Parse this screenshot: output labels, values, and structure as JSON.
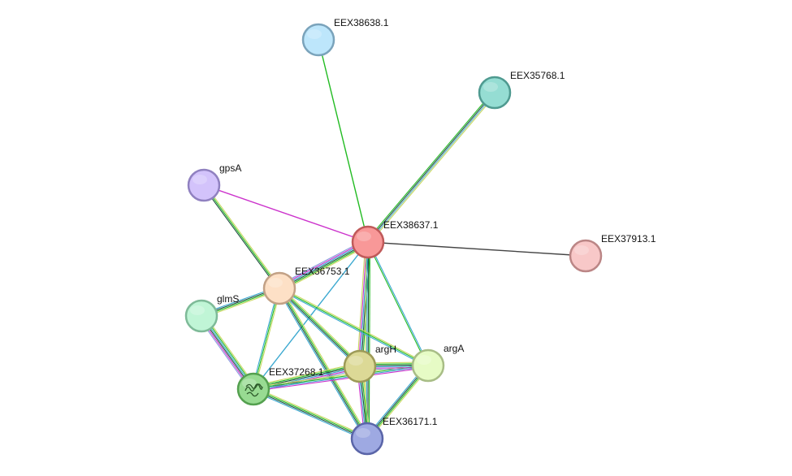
{
  "network": {
    "nodes": [
      {
        "id": "EEX38637.1",
        "label": "EEX38637.1",
        "fill": "#f89898",
        "stroke": "#c05a5a"
      },
      {
        "id": "EEX38638.1",
        "label": "EEX38638.1",
        "fill": "#bde6fb",
        "stroke": "#7aa3bb"
      },
      {
        "id": "EEX35768.1",
        "label": "EEX35768.1",
        "fill": "#95ddd3",
        "stroke": "#4f9a90"
      },
      {
        "id": "gpsA",
        "label": "gpsA",
        "fill": "#d3c3fb",
        "stroke": "#9081c0"
      },
      {
        "id": "EEX37913.1",
        "label": "EEX37913.1",
        "fill": "#f8c8c8",
        "stroke": "#bb8686"
      },
      {
        "id": "EEX36753.1",
        "label": "EEX36753.1",
        "fill": "#fde0c6",
        "stroke": "#c2a186"
      },
      {
        "id": "glmS",
        "label": "glmS",
        "fill": "#c0f5d6",
        "stroke": "#7eba98"
      },
      {
        "id": "argH",
        "label": "argH",
        "fill": "#dcd996",
        "stroke": "#9d9a58"
      },
      {
        "id": "argA",
        "label": "argA",
        "fill": "#e6fbc5",
        "stroke": "#a8bd86"
      },
      {
        "id": "EEX37268.1",
        "label": "EEX37268.1",
        "fill": "#98db92",
        "stroke": "#54a04f",
        "structure_icon": "protein-structure-icon"
      },
      {
        "id": "EEX36171.1",
        "label": "EEX36171.1",
        "fill": "#9ea9e2",
        "stroke": "#5a65a8"
      }
    ],
    "edges": [
      {
        "from": "EEX38637.1",
        "to": "EEX38638.1",
        "colors": [
          "#22bb22"
        ]
      },
      {
        "from": "EEX38637.1",
        "to": "EEX35768.1",
        "colors": [
          "#22bb22",
          "#1f4f3f",
          "#5ab0c8",
          "#c8d860"
        ]
      },
      {
        "from": "EEX38637.1",
        "to": "gpsA",
        "colors": [
          "#cc33cc"
        ]
      },
      {
        "from": "EEX38637.1",
        "to": "EEX37913.1",
        "colors": [
          "#444444"
        ]
      },
      {
        "from": "EEX38637.1",
        "to": "EEX36753.1",
        "colors": [
          "#c8d860",
          "#22bb22",
          "#1f4f3f",
          "#3aa8d0",
          "#cc33cc",
          "#8899dd"
        ]
      },
      {
        "from": "EEX38637.1",
        "to": "argH",
        "colors": [
          "#22bb22",
          "#1f4f3f",
          "#3aa8d0",
          "#cc33cc",
          "#c8d860"
        ]
      },
      {
        "from": "EEX38637.1",
        "to": "argA",
        "colors": [
          "#3aa8d0",
          "#22bb22"
        ]
      },
      {
        "from": "EEX38637.1",
        "to": "EEX37268.1",
        "colors": [
          "#3aa8d0"
        ]
      },
      {
        "from": "EEX38637.1",
        "to": "EEX36171.1",
        "colors": [
          "#22bb22",
          "#1f4f3f",
          "#3aa8d0",
          "#c8d860"
        ]
      },
      {
        "from": "gpsA",
        "to": "EEX36753.1",
        "colors": [
          "#c8d860",
          "#22bb22",
          "#1f4f3f"
        ]
      },
      {
        "from": "EEX36753.1",
        "to": "glmS",
        "colors": [
          "#c8d860",
          "#22bb22",
          "#1f4f3f",
          "#3aa8d0"
        ]
      },
      {
        "from": "EEX36753.1",
        "to": "EEX37268.1",
        "colors": [
          "#c8d860",
          "#22bb22",
          "#3aa8d0"
        ]
      },
      {
        "from": "EEX36753.1",
        "to": "argH",
        "colors": [
          "#c8d860",
          "#22bb22",
          "#1f4f3f",
          "#3aa8d0"
        ]
      },
      {
        "from": "EEX36753.1",
        "to": "argA",
        "colors": [
          "#c8d860",
          "#22bb22",
          "#3aa8d0"
        ]
      },
      {
        "from": "EEX36753.1",
        "to": "EEX36171.1",
        "colors": [
          "#c8d860",
          "#22bb22",
          "#1f4f3f",
          "#3aa8d0"
        ]
      },
      {
        "from": "glmS",
        "to": "EEX37268.1",
        "colors": [
          "#c8d860",
          "#22bb22",
          "#3aa8d0",
          "#1f4f3f",
          "#cc33cc",
          "#8899dd"
        ]
      },
      {
        "from": "EEX37268.1",
        "to": "argH",
        "colors": [
          "#c8d860",
          "#22bb22",
          "#1f4f3f",
          "#3aa8d0",
          "#cc33cc",
          "#8899dd"
        ]
      },
      {
        "from": "EEX37268.1",
        "to": "argA",
        "colors": [
          "#c8d860",
          "#22bb22",
          "#3aa8d0",
          "#cc33cc"
        ]
      },
      {
        "from": "EEX37268.1",
        "to": "EEX36171.1",
        "colors": [
          "#c8d860",
          "#22bb22",
          "#1f4f3f",
          "#3aa8d0"
        ]
      },
      {
        "from": "argH",
        "to": "argA",
        "colors": [
          "#c8d860",
          "#22bb22",
          "#1f4f3f",
          "#3aa8d0",
          "#cc33cc",
          "#8899dd"
        ]
      },
      {
        "from": "argH",
        "to": "EEX36171.1",
        "colors": [
          "#c8d860",
          "#22bb22",
          "#1f4f3f",
          "#3aa8d0",
          "#cc33cc"
        ]
      },
      {
        "from": "argA",
        "to": "EEX36171.1",
        "colors": [
          "#c8d860",
          "#22bb22",
          "#1f4f3f",
          "#3aa8d0"
        ]
      }
    ]
  }
}
